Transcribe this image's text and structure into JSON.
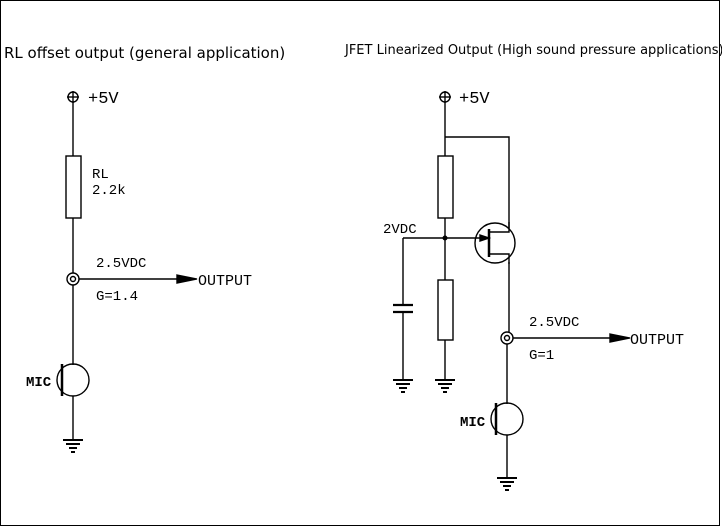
{
  "titles": {
    "left": "RL offset output (general application)",
    "right": "JFET Linearized Output (High sound pressure applications)"
  },
  "left_circuit": {
    "supply": "+5V",
    "resistor_name": "RL",
    "resistor_value": "2.2k",
    "node_voltage": "2.5VDC",
    "output": "OUTPUT",
    "gain": "G=1.4",
    "mic": "MIC"
  },
  "right_circuit": {
    "supply": "+5V",
    "gate_voltage": "2VDC",
    "node_voltage": "2.5VDC",
    "output": "OUTPUT",
    "gain": "G=1",
    "mic": "MIC"
  }
}
